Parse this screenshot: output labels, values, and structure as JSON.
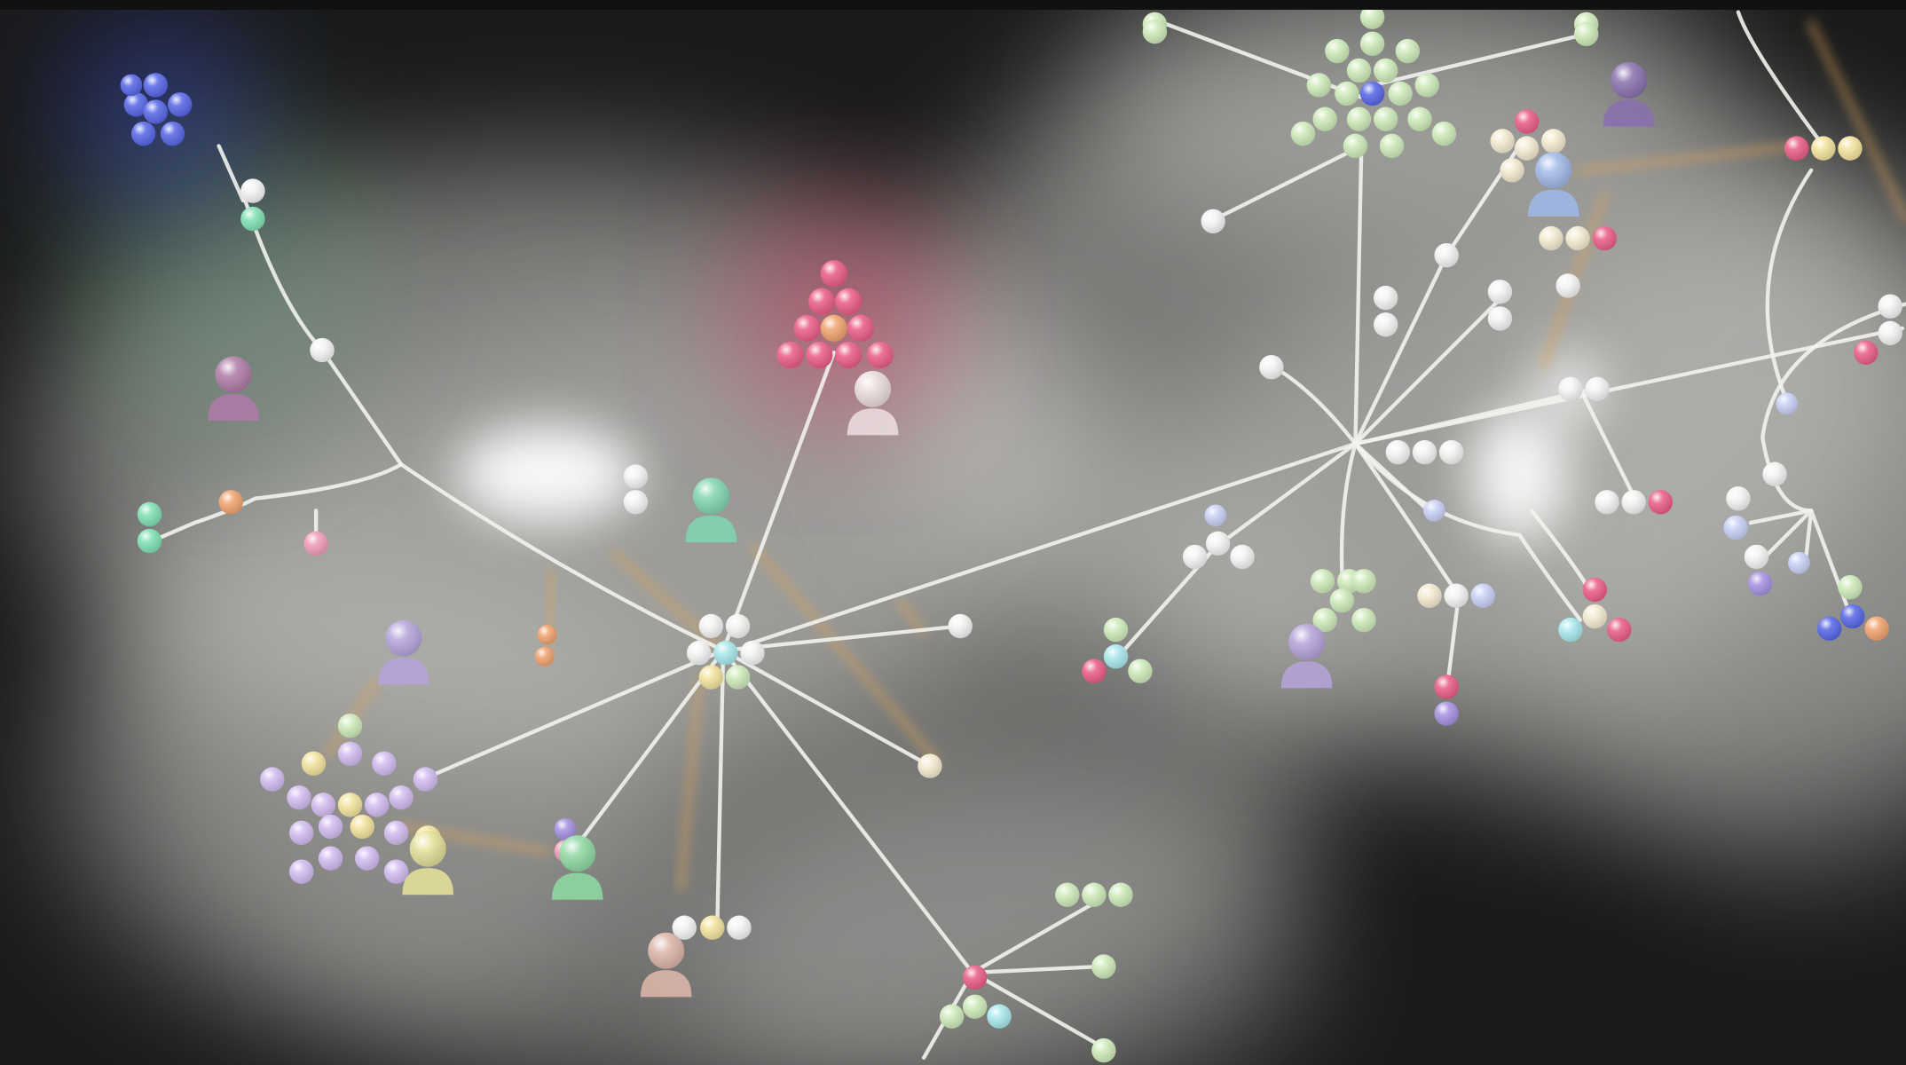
{
  "visualization": {
    "kind": "network-graph",
    "background_color": "#1a1a1a",
    "glow_color": "#c8c8c4",
    "edge_color": "#f2f2ee",
    "highlight_edge_color": "#d9a55a"
  },
  "palette": {
    "white": "#f4f4f4",
    "mint": "#cdeab9",
    "green": "#7fe0b2",
    "blue": "#5565e6",
    "pink": "#ea5c86",
    "lavender": "#d2bbf0",
    "yellow": "#f3e39c",
    "orange": "#f0a26e",
    "cyan": "#a8e8ec",
    "purple": "#a690e0",
    "rose": "#f19bb8",
    "cream": "#f3ead0",
    "lightblue": "#c8d0f6"
  },
  "avatar_icons": [
    "mauve",
    "mint",
    "white",
    "lavender",
    "yellow",
    "green",
    "peach",
    "lavender",
    "blue",
    "purple"
  ]
}
